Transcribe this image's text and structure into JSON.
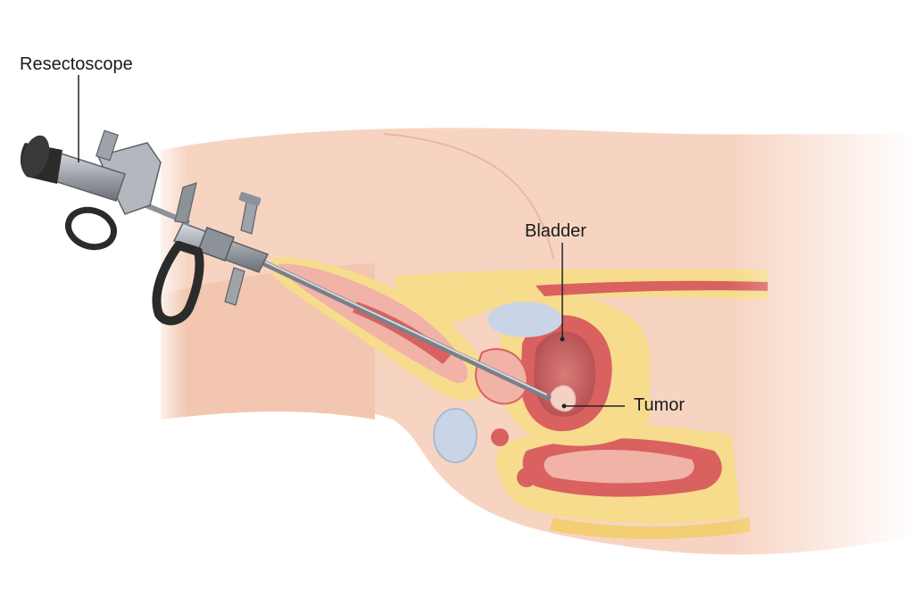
{
  "labels": {
    "resectoscope": "Resectoscope",
    "bladder": "Bladder",
    "tumor": "Tumor"
  },
  "colors": {
    "skin": "#f7d4c2",
    "skin_dark": "#eebba3",
    "fat": "#f6dc8c",
    "muscle": "#d9615f",
    "bladder_lumen": "#c65a5c",
    "tissue_pink": "#f1b2a7",
    "bone_blue": "#c9d5e6",
    "steel": "#a7acb3",
    "steel_dark": "#5d6168",
    "grip_black": "#2b2b2b",
    "leader": "#222222"
  }
}
